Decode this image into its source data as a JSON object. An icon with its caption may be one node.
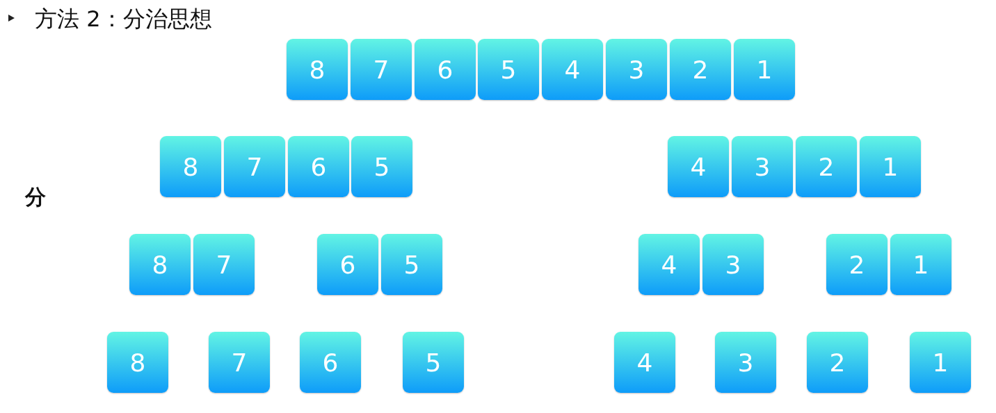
{
  "diagram": {
    "title": "方法 2：分治思想",
    "nodes": [
      {
        "text": [
          "8"
        ]
      },
      {
        "text": [
          "7"
        ]
      },
      {
        "text": [
          "6"
        ]
      },
      {
        "text": [
          "5"
        ]
      },
      {
        "text": [
          "4"
        ]
      },
      {
        "text": [
          "3"
        ]
      },
      {
        "text": [
          "2"
        ]
      },
      {
        "text": [
          "1"
        ]
      },
      {
        "text": [
          "8"
        ]
      },
      {
        "text": [
          "7"
        ]
      },
      {
        "text": [
          "6"
        ]
      },
      {
        "text": [
          "5"
        ]
      },
      {
        "text": [
          "4"
        ]
      },
      {
        "text": [
          "3"
        ]
      },
      {
        "text": [
          "2"
        ]
      },
      {
        "text": [
          "1"
        ]
      },
      {
        "text": [
          "8"
        ]
      },
      {
        "text": [
          "7"
        ]
      },
      {
        "text": [
          "6"
        ]
      },
      {
        "text": [
          "5"
        ]
      },
      {
        "text": [
          "4"
        ]
      },
      {
        "text": [
          "3"
        ]
      },
      {
        "text": [
          "2"
        ]
      },
      {
        "text": [
          "1"
        ]
      },
      {
        "text": [
          "8"
        ]
      },
      {
        "text": [
          "7"
        ]
      },
      {
        "text": [
          "6"
        ]
      },
      {
        "text": [
          "5"
        ]
      },
      {
        "text": [
          "4"
        ]
      },
      {
        "text": [
          "3"
        ]
      },
      {
        "text": [
          "2"
        ]
      },
      {
        "text": [
          "1"
        ]
      }
    ],
    "labels": [
      "分"
    ]
  }
}
